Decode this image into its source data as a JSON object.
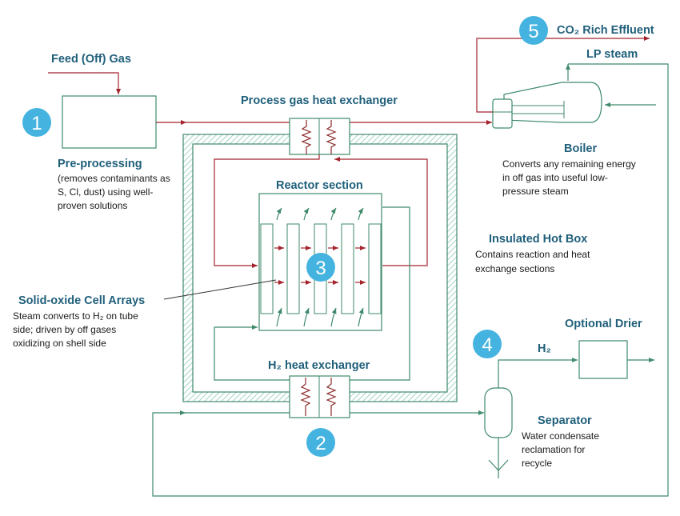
{
  "colors": {
    "heading": "#1f5f7a",
    "badge": "#45b3e0",
    "hot_line": "#a3232c",
    "cool_line": "#3f8a6b",
    "hatch": "#8cc9b5"
  },
  "badges": [
    "1",
    "2",
    "3",
    "4",
    "5"
  ],
  "labels": {
    "feed_gas": "Feed (Off) Gas",
    "pre_processing_title": "Pre-processing",
    "pre_processing_desc": [
      "(removes contaminants as",
      "S, Cl, dust) using well-",
      "proven solutions"
    ],
    "process_hx": "Process gas heat exchanger",
    "effluent": "CO₂ Rich Effluent",
    "lp_steam": "LP steam",
    "boiler_title": "Boiler",
    "boiler_desc": [
      "Converts any remaining energy",
      "in off gas into useful low-",
      "pressure steam"
    ],
    "reactor_section": "Reactor section",
    "hot_box_title": "Insulated Hot Box",
    "hot_box_desc": [
      "Contains reaction and heat",
      "exchange sections"
    ],
    "cell_arrays_title": "Solid-oxide Cell Arrays",
    "cell_arrays_desc": [
      "Steam converts to H₂ on tube",
      "side; driven by off gases",
      "oxidizing on shell side"
    ],
    "optional_drier": "Optional Drier",
    "h2": "H₂",
    "h2_hx": "H₂ heat exchanger",
    "separator_title": "Separator",
    "separator_desc": [
      "Water condensate",
      "reclamation for",
      "recycle"
    ]
  }
}
